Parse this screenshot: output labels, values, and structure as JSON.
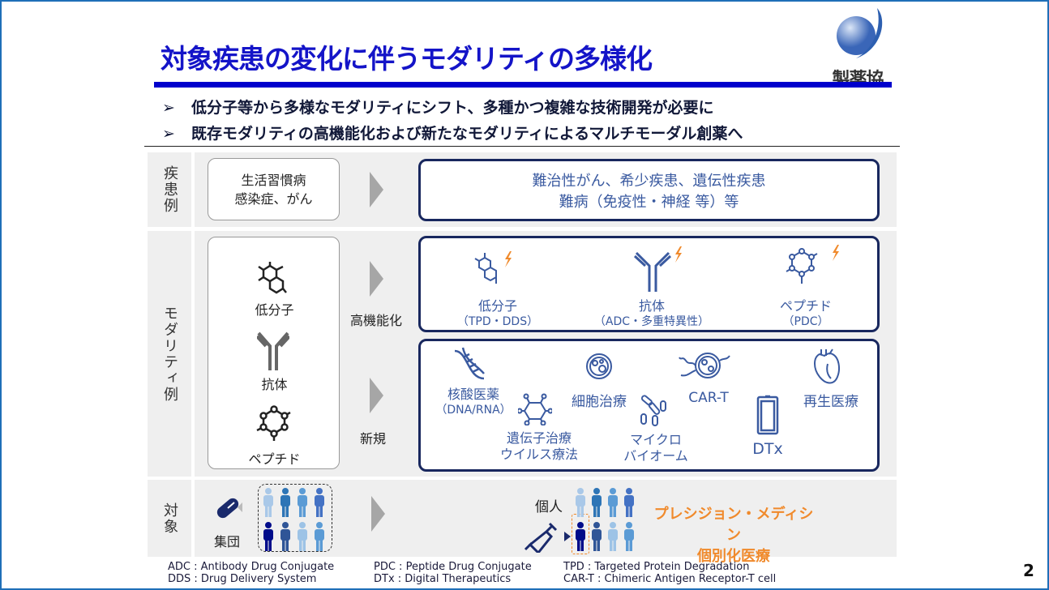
{
  "header": {
    "title": "対象疾患の変化に伴うモダリティの多様化",
    "logo_text": "製薬協"
  },
  "bullets": [
    {
      "marker": "➢",
      "text": "低分子等から多様なモダリティにシフト、多種かつ複雑な技術開発が必要に"
    },
    {
      "marker": "➢",
      "text": "既存モダリティの高機能化および新たなモダリティによるマルチモーダル創薬へ"
    }
  ],
  "rows": {
    "disease": {
      "label": "疾患例",
      "left": [
        "生活習慣病",
        "感染症、がん"
      ],
      "right": [
        "難治性がん、希少疾患、遺伝性疾患",
        "難病（免疫性・神経 等）等"
      ]
    },
    "modality": {
      "label": "モダリティ例",
      "left_items": [
        "低分子",
        "抗体",
        "ペプチド"
      ],
      "arrow_labels": [
        "高機能化",
        "新規"
      ],
      "enhanced": [
        {
          "name": "低分子",
          "sub": "（TPD・DDS）"
        },
        {
          "name": "抗体",
          "sub": "（ADC・多重特異性）"
        },
        {
          "name": "ペプチド",
          "sub": "（PDC）"
        }
      ],
      "new": [
        {
          "name": "核酸医薬",
          "sub": "（DNA/RNA）"
        },
        {
          "name": "遺伝子治療",
          "sub": "ウイルス療法"
        },
        {
          "name": "細胞治療"
        },
        {
          "name": "マイクロ",
          "sub": "バイオーム"
        },
        {
          "name": "CAR-T"
        },
        {
          "name": "DTx"
        },
        {
          "name": "再生医療"
        }
      ]
    },
    "target": {
      "label": "対象",
      "group": "集団",
      "individual": "個人",
      "precision": [
        "プレシジョン・メディシン",
        "個別化医療"
      ]
    }
  },
  "legend": [
    "ADC : Antibody Drug Conjugate",
    "DDS : Drug Delivery System",
    "PDC : Peptide Drug Conjugate",
    "DTx : Digital Therapeutics",
    "TPD : Targeted Protein Degradation",
    "CAR-T : Chimeric Antigen Receptor-T cell"
  ],
  "page_number": "2",
  "colors": {
    "title": "#1414c8",
    "navy": "#18275e",
    "icon_blue": "#3a5aa0",
    "orange": "#f08a2c",
    "gray_bg": "#efefef"
  }
}
